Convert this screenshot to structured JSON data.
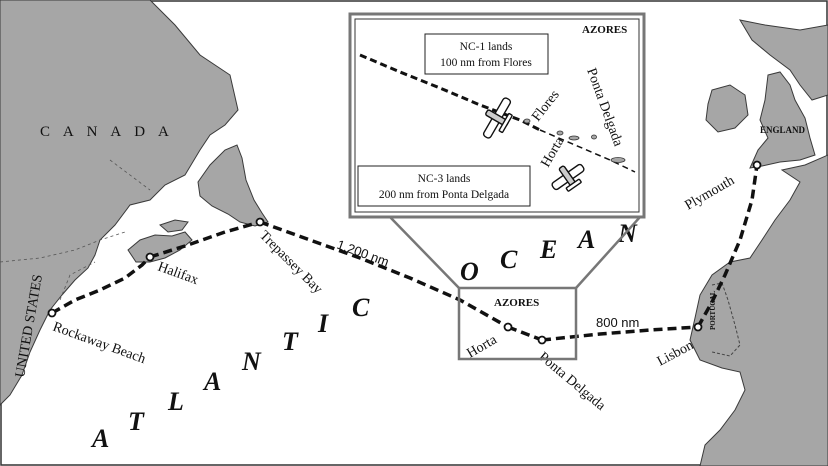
{
  "countries": {
    "canada": "C A N A D A",
    "united_states": "UNITED  STATES",
    "england": "ENGLAND",
    "portugal": "PORTUGAL"
  },
  "ocean": {
    "atlantic_letters": [
      "A",
      "T",
      "L",
      "A",
      "N",
      "T",
      "I",
      "C"
    ],
    "ocean_letters": [
      "O",
      "C",
      "E",
      "A",
      "N"
    ]
  },
  "places": {
    "rockaway_beach": "Rockaway Beach",
    "halifax": "Halifax",
    "trepassey_bay": "Trepassey Bay",
    "horta": "Horta",
    "ponta_delgada": "Ponta Delgada",
    "lisbon": "Lisbon",
    "plymouth": "Plymouth"
  },
  "distances": {
    "leg_newfoundland_azores": "1,200 nm",
    "leg_azores_lisbon": "800 nm"
  },
  "azores_label": "AZORES",
  "inset": {
    "title": "AZORES",
    "flores": "Flores",
    "horta": "Horta",
    "ponta_delgada": "Ponta Delgada",
    "nc1_line1": "NC-1 lands",
    "nc1_line2": "100 nm from Flores",
    "nc3_line1": "NC-3 lands",
    "nc3_line2": "200 nm from Ponta Delgada"
  },
  "colors": {
    "land": "#a6a6a6",
    "coast": "#3a3a3a",
    "route": "#111111",
    "inset_frame": "#777777"
  }
}
